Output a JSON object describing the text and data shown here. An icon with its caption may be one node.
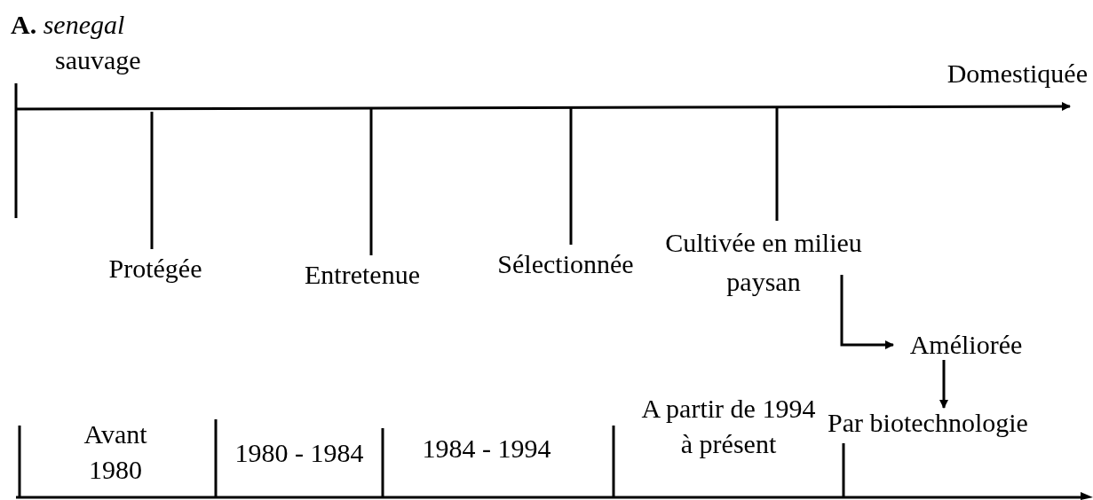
{
  "diagram": {
    "nodes": [
      {
        "text": [
          "**A.** *senegal* sauvage"
        ]
      },
      {
        "text": [
          "Protégée"
        ]
      },
      {
        "text": [
          "Entretenue"
        ]
      },
      {
        "text": [
          "Sélectionnée"
        ]
      },
      {
        "text": [
          "Cultivée en milieu paysan"
        ]
      },
      {
        "text": [
          "Domestiquée"
        ]
      },
      {
        "text": [
          "Améliorée"
        ]
      },
      {
        "text": [
          "Par biotechnologie"
        ]
      }
    ],
    "edges": [
      {
        "from": null,
        "to": 5,
        "arrow": "to"
      },
      {
        "from": 4,
        "to": 6,
        "arrow": "to"
      },
      {
        "from": 6,
        "to": 7,
        "arrow": "to"
      },
      {
        "from": 1,
        "to": null,
        "arrow": "none"
      },
      {
        "from": 2,
        "to": null,
        "arrow": "none"
      },
      {
        "from": 3,
        "to": null,
        "arrow": "none"
      },
      {
        "from": 4,
        "to": null,
        "arrow": "none"
      }
    ],
    "labels": [
      "Avant 1980",
      "1980 - 1984",
      "1984 - 1994",
      "A partir de 1994 à présent"
    ]
  }
}
